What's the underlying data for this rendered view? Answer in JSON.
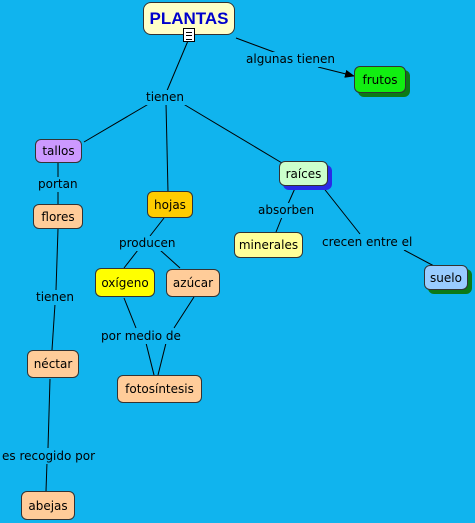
{
  "nodes": {
    "plantas": "PLANTAS",
    "frutos": "frutos",
    "tallos": "tallos",
    "hojas": "hojas",
    "raices": "raíces",
    "flores": "flores",
    "minerales": "minerales",
    "suelo": "suelo",
    "oxigeno": "oxígeno",
    "azucar": "azúcar",
    "nectar": "néctar",
    "fotosintesis": "fotosíntesis",
    "abejas": "abejas"
  },
  "links": {
    "algunas_tienen": "algunas tienen",
    "tienen_1": "tienen",
    "portan": "portan",
    "producen": "producen",
    "absorben": "absorben",
    "crecen_entre_el": "crecen entre el",
    "tienen_2": "tienen",
    "por_medio_de": "por medio de",
    "es_recogido_por": "es recogido por"
  },
  "colors": {
    "background": "#10b4ee",
    "root": "#ffffc8",
    "frutos": "#11ee11",
    "tallos": "#cc99ff",
    "hojas": "#ffcc00",
    "raices": "#ccffcc",
    "peach": "#ffcc99",
    "minerales": "#ffff99",
    "suelo": "#99ccff",
    "oxigeno": "#ffff00"
  }
}
